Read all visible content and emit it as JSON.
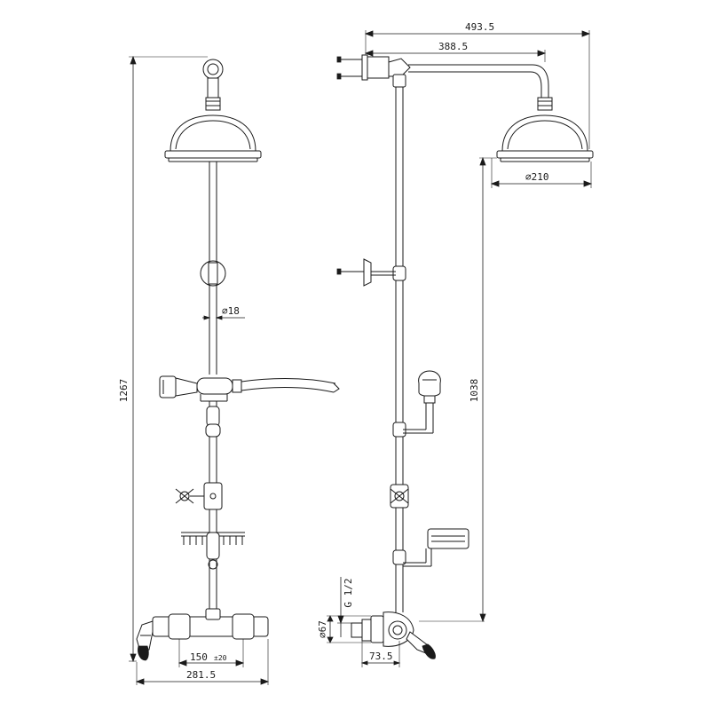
{
  "dimensions": {
    "outreach_total": "493.5",
    "outreach_arm": "388.5",
    "head_diameter": "⌀210",
    "rail_diameter": "⌀18",
    "total_height": "1267",
    "rail_height": "1038",
    "centres": "150",
    "centres_tolerance": "±20",
    "overall_width": "281.5",
    "valve_depth": "73.5",
    "inlet_thread": "G 1/2",
    "inlet_diameter": "⌀67"
  },
  "colors": {
    "line": "#1a1a1a",
    "background": "#ffffff"
  }
}
